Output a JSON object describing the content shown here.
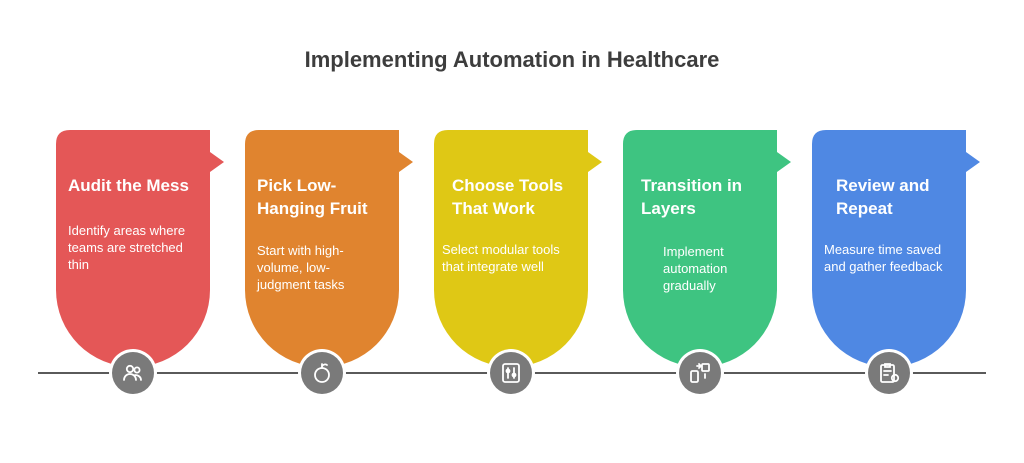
{
  "title": "Implementing Automation in Healthcare",
  "steps": [
    {
      "heading": "Audit the Mess",
      "desc": "Identify areas where teams are stretched thin",
      "color": "#e45757",
      "icon": "people-icon"
    },
    {
      "heading": "Pick Low-Hanging Fruit",
      "desc": "Start with high-volume, low-judgment tasks",
      "color": "#e0842f",
      "icon": "fruit-icon"
    },
    {
      "heading": "Choose Tools That Work",
      "desc": "Select modular tools that integrate well",
      "color": "#dfc815",
      "icon": "toolbox-icon"
    },
    {
      "heading": "Transition in Layers",
      "desc": "Implement automation gradually",
      "color": "#3ec481",
      "icon": "phone-transfer-icon"
    },
    {
      "heading": "Review and Repeat",
      "desc": "Measure time saved and gather feedback",
      "color": "#4f88e3",
      "icon": "clipboard-refresh-icon"
    }
  ]
}
